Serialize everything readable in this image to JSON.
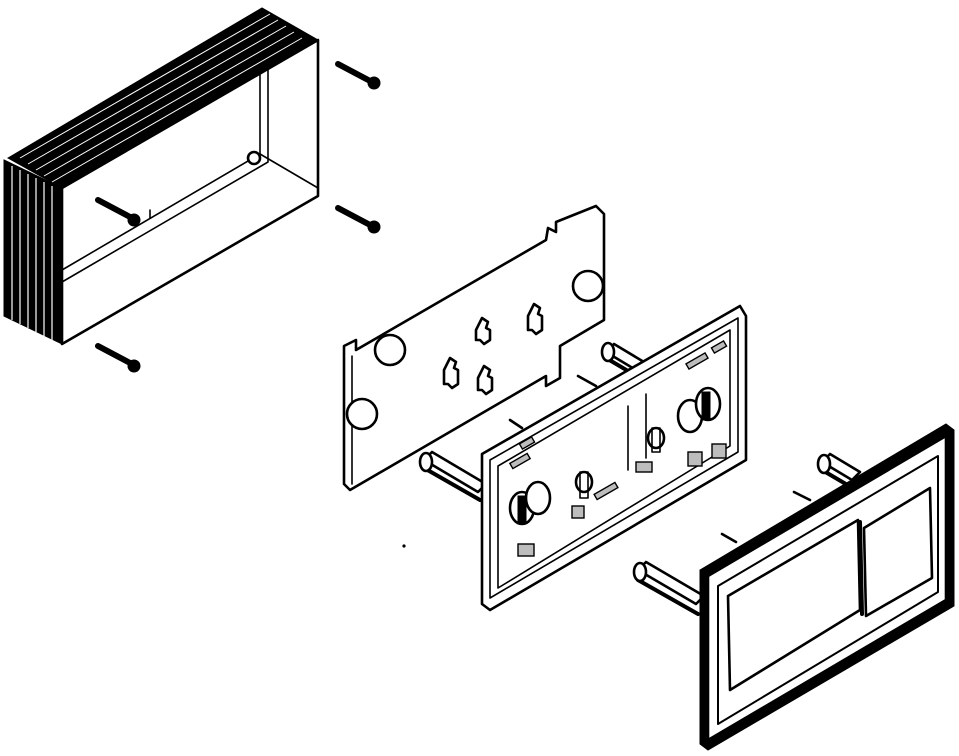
{
  "diagram": {
    "kind": "exploded-assembly",
    "colors": {
      "line": "#000000",
      "background": "#ffffff",
      "shading": "#bdbdbd"
    },
    "parts": [
      "install-frame",
      "mounting-screw",
      "mounting-plate",
      "actuator-frame",
      "actuator-rod",
      "flush-button-panel"
    ]
  }
}
